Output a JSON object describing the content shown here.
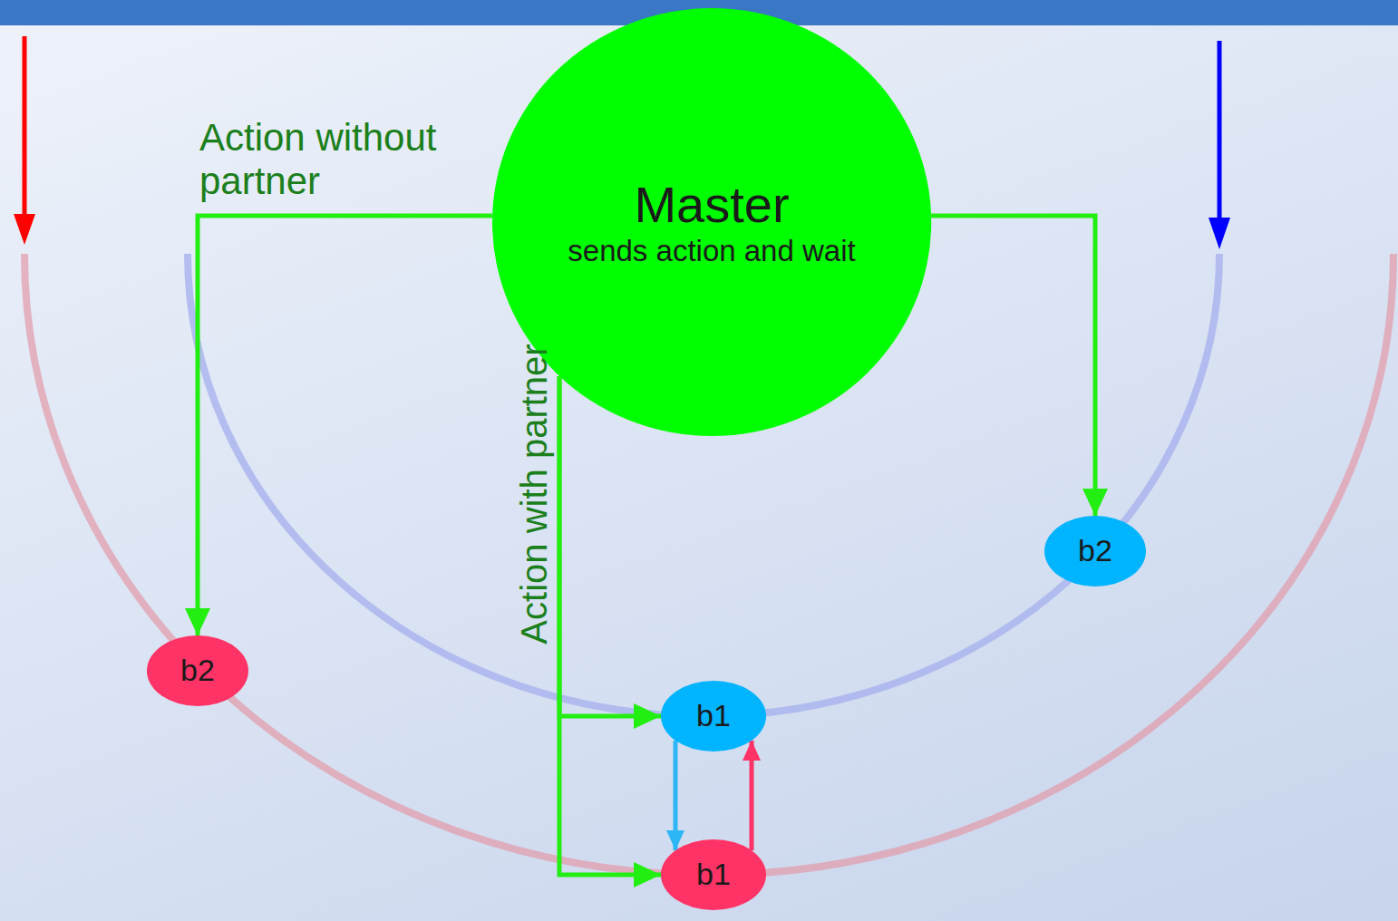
{
  "diagram": {
    "nodes": [
      {
        "text": [
          "Master",
          "sends action and wait"
        ]
      },
      {
        "text": [
          "b2"
        ]
      },
      {
        "text": [
          "b2"
        ]
      },
      {
        "text": [
          "b1"
        ]
      },
      {
        "text": [
          "b1"
        ]
      }
    ],
    "edges": [
      {
        "from": 0,
        "to": 2,
        "arrow": "to",
        "label": "Action without partner"
      },
      {
        "from": 0,
        "to": 1,
        "arrow": "to"
      },
      {
        "from": 0,
        "to": 3,
        "arrow": "to",
        "label": "Action with partner"
      },
      {
        "from": 0,
        "to": 4,
        "arrow": "to"
      },
      {
        "from": 3,
        "to": 4,
        "arrow": "to"
      },
      {
        "from": 4,
        "to": 3,
        "arrow": "to"
      }
    ]
  }
}
